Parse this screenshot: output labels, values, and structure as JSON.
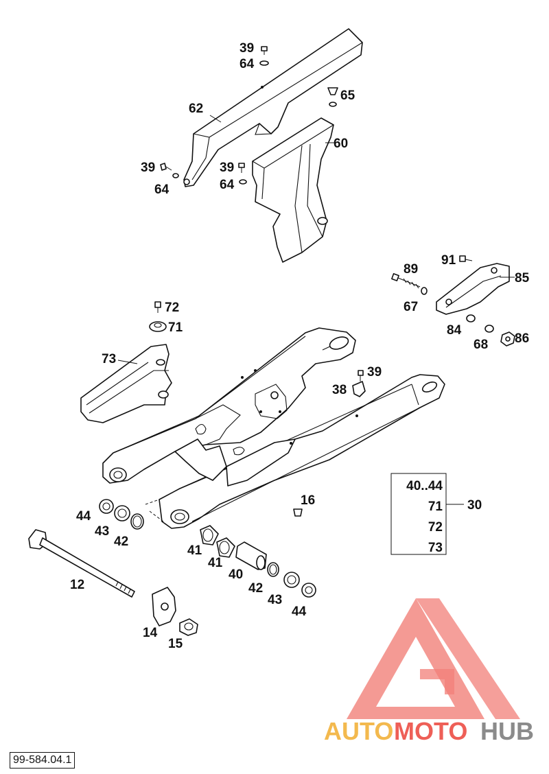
{
  "diagram": {
    "drawing_code": "99-584.04.1",
    "callouts": {
      "c39a": "39",
      "c64a": "64",
      "c65": "65",
      "c62": "62",
      "c60": "60",
      "c39b": "39",
      "c64b": "64",
      "c39c": "39",
      "c64c": "64",
      "c89": "89",
      "c91": "91",
      "c85": "85",
      "c67": "67",
      "c84": "84",
      "c68": "68",
      "c86": "86",
      "c72": "72",
      "c71": "71",
      "c73": "73",
      "c39d": "39",
      "c38": "38",
      "c16": "16",
      "c44a": "44",
      "c43a": "43",
      "c42a": "42",
      "c41a": "41",
      "c41b": "41",
      "c40": "40",
      "c42b": "42",
      "c43b": "43",
      "c44b": "44",
      "c12": "12",
      "c14": "14",
      "c15": "15"
    },
    "kit": {
      "number": "30",
      "contents": [
        "40..44",
        "71",
        "72",
        "73"
      ]
    }
  },
  "watermark": {
    "brand_part1": "AUTO",
    "brand_part2": "MOTO",
    "brand_part3": "HUB",
    "colors": {
      "orange": "#f3b94e",
      "red": "#ee5f57",
      "gray": "#8b8b8b"
    }
  }
}
